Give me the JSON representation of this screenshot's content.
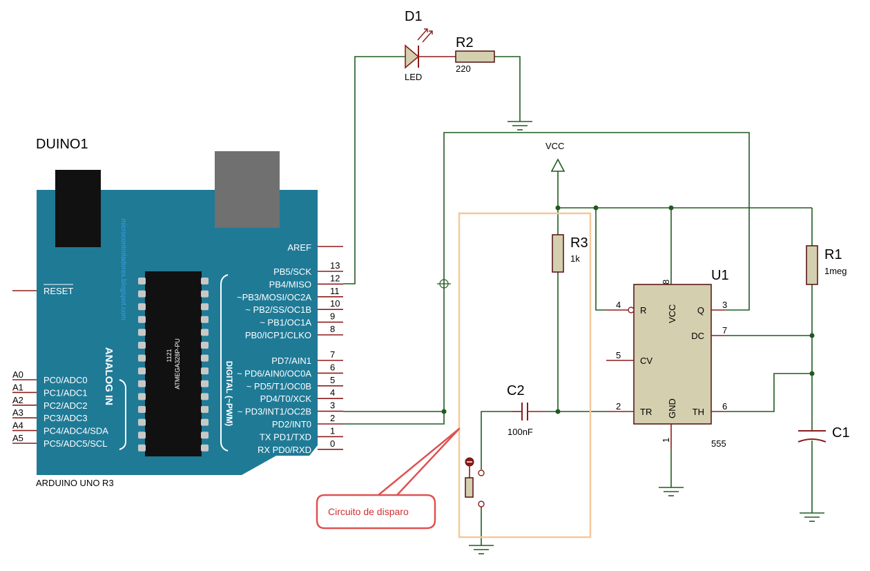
{
  "board": {
    "ref": "DUINO1",
    "name": "ARDUINO UNO R3",
    "chip_line1": "1121",
    "chip_line2": "ATMEGA328P-PU",
    "side_text": "microcontroladores.blogspot.com",
    "analog_title": "ANALOG IN",
    "digital_title": "DIGITAL (~PWM)",
    "reset_label": "RESET",
    "aref_label": "AREF",
    "left_pins": [
      {
        "ext": "A0",
        "label": "PC0/ADC0"
      },
      {
        "ext": "A1",
        "label": "PC1/ADC1"
      },
      {
        "ext": "A2",
        "label": "PC2/ADC2"
      },
      {
        "ext": "A3",
        "label": "PC3/ADC3"
      },
      {
        "ext": "A4",
        "label": "PC4/ADC4/SDA"
      },
      {
        "ext": "A5",
        "label": "PC5/ADC5/SCL"
      }
    ],
    "right_pins_top": [
      {
        "num": "13",
        "label": "PB5/SCK"
      },
      {
        "num": "12",
        "label": "PB4/MISO"
      },
      {
        "num": "11",
        "label": "~PB3/MOSI/OC2A"
      },
      {
        "num": "10",
        "label": "~ PB2/SS/OC1B"
      },
      {
        "num": "9",
        "label": "~ PB1/OC1A"
      },
      {
        "num": "8",
        "label": "PB0/ICP1/CLKO"
      }
    ],
    "right_pins_bottom": [
      {
        "num": "7",
        "label": "PD7/AIN1"
      },
      {
        "num": "6",
        "label": "~ PD6/AIN0/OC0A"
      },
      {
        "num": "5",
        "label": "~ PD5/T1/OC0B"
      },
      {
        "num": "4",
        "label": "PD4/T0/XCK"
      },
      {
        "num": "3",
        "label": "~ PD3/INT1/OC2B"
      },
      {
        "num": "2",
        "label": "PD2/INT0"
      },
      {
        "num": "1",
        "label": "TX PD1/TXD"
      },
      {
        "num": "0",
        "label": "RX PD0/RXD"
      }
    ]
  },
  "components": {
    "d1_ref": "D1",
    "d1_value": "LED",
    "r2_ref": "R2",
    "r2_value": "220",
    "r3_ref": "R3",
    "r3_value": "1k",
    "r1_ref": "R1",
    "r1_value": "1meg",
    "c2_ref": "C2",
    "c2_value": "100nF",
    "c1_ref": "C1",
    "vcc_label": "VCC"
  },
  "timer": {
    "ref": "U1",
    "value": "555",
    "pins": {
      "r": "R",
      "r_num": "4",
      "vcc": "VCC",
      "vcc_num": "8",
      "q": "Q",
      "q_num": "3",
      "dc": "DC",
      "dc_num": "7",
      "cv": "CV",
      "cv_num": "5",
      "tr": "TR",
      "tr_num": "2",
      "gnd": "GND",
      "gnd_num": "1",
      "th": "TH",
      "th_num": "6"
    }
  },
  "annotation": {
    "callout": "Circuito de disparo"
  },
  "colors": {
    "board": "#1f7a96",
    "wire": "#1f5a1f",
    "lead": "#8b1a1a",
    "component_fill": "#d4cfae",
    "frame": "#f4c89a",
    "callout_border": "#e05050",
    "callout_text": "#d03030"
  }
}
